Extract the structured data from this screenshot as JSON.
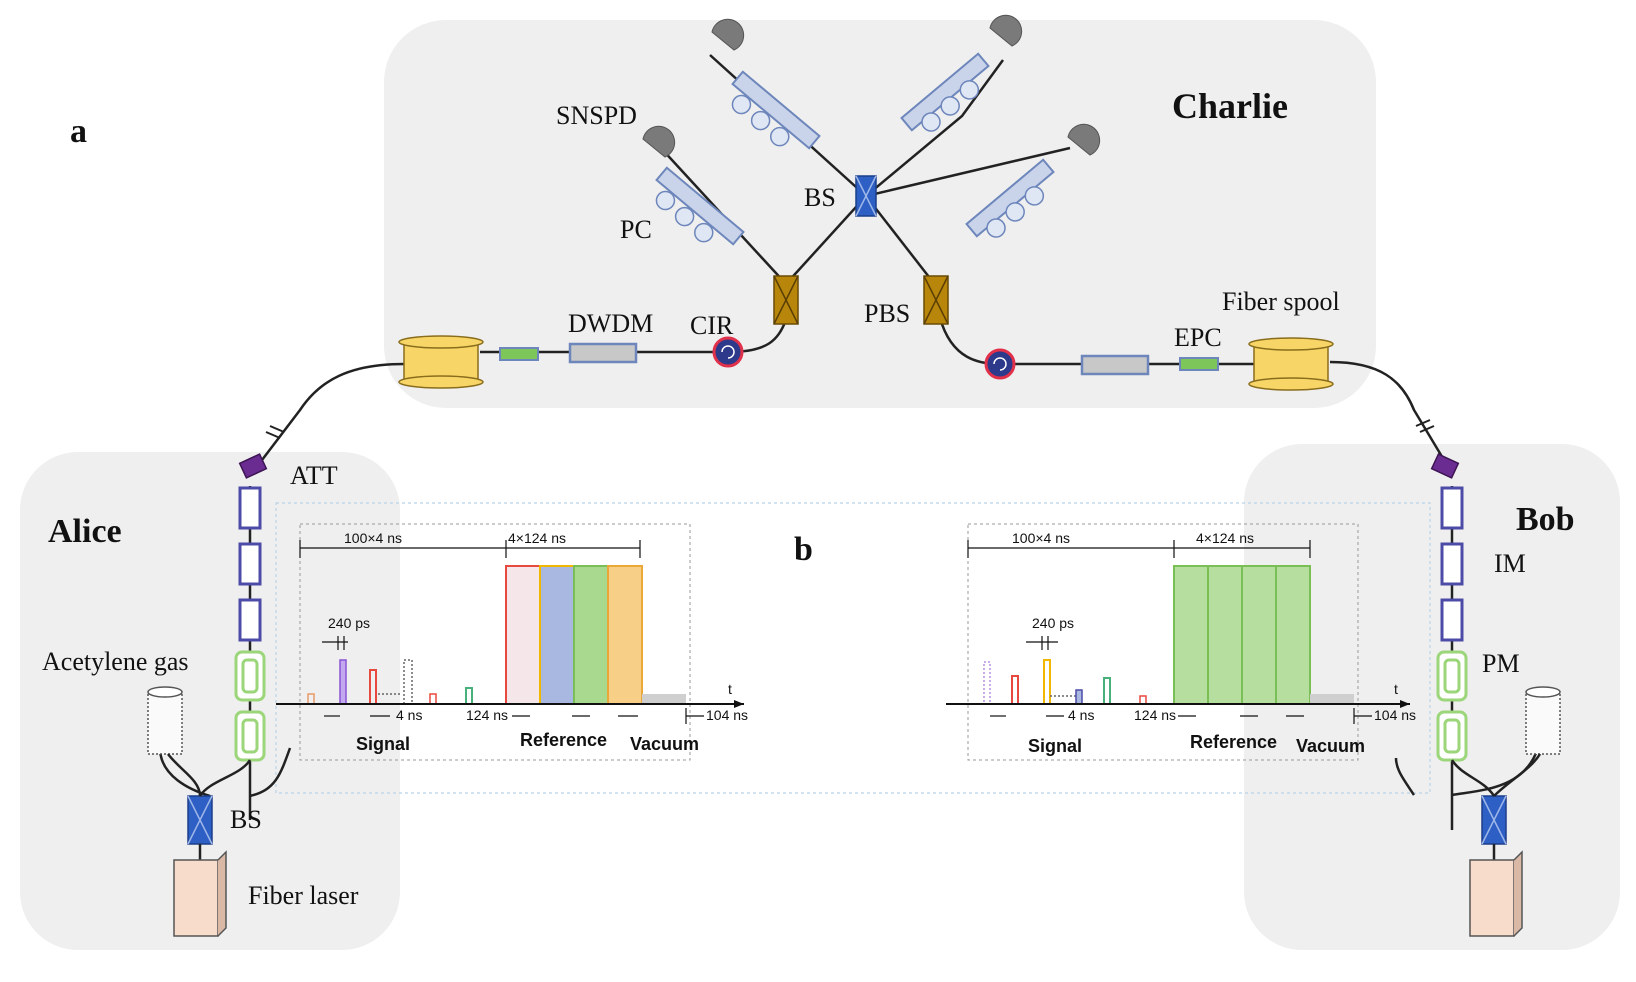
{
  "panel_labels": {
    "a": "a",
    "b": "b"
  },
  "parties": {
    "charlie": "Charlie",
    "alice": "Alice",
    "bob": "Bob"
  },
  "components": {
    "snspd": "SNSPD",
    "pc": "PC",
    "bs_charlie": "BS",
    "pbs": "PBS",
    "dwdm": "DWDM",
    "cir": "CIR",
    "fiber_spool": "Fiber spool",
    "epc": "EPC",
    "att": "ATT",
    "acetylene_gas": "Acetylene gas",
    "bs_alice": "BS",
    "fiber_laser": "Fiber laser",
    "im": "IM",
    "pm": "PM"
  },
  "timing_left": {
    "span_signal": "100×4 ns",
    "span_reference": "4×124 ns",
    "pulse_width": "240 ps",
    "pulse_gap": "4 ns",
    "ref_gap": "124 ns",
    "vacuum_gap": "104 ns",
    "axis": "t",
    "label_signal": "Signal",
    "label_reference": "Reference",
    "label_vacuum": "Vacuum"
  },
  "timing_right": {
    "span_signal": "100×4 ns",
    "span_reference": "4×124 ns",
    "pulse_width": "240 ps",
    "pulse_gap": "4 ns",
    "ref_gap": "124 ns",
    "vacuum_gap": "104 ns",
    "axis": "t",
    "label_signal": "Signal",
    "label_reference": "Reference",
    "label_vacuum": "Vacuum"
  },
  "colors": {
    "panel_bg": "#efefef",
    "fiber": "#222222",
    "pc_paddle": "#c9d3ea",
    "pc_edge": "#6d86bb",
    "bs_blue": "#2d5fc4",
    "pbs_gold": "#b8860b",
    "spool_yellow": "#f7d667",
    "dwdm_gray": "#c8c8c8",
    "epc_green": "#7cc65a",
    "cir_red": "#e0304a",
    "att_purple": "#6a2c91",
    "im_border": "#4d4ba8",
    "pm_border": "#9cd67a",
    "laser_fill": "#f7dccb",
    "ref_red": "#e8493f",
    "ref_blue": "#a8b8e0",
    "ref_green": "#a9d98e",
    "ref_orange": "#f7cf86",
    "ref_green_bob": "#b6df9f"
  }
}
